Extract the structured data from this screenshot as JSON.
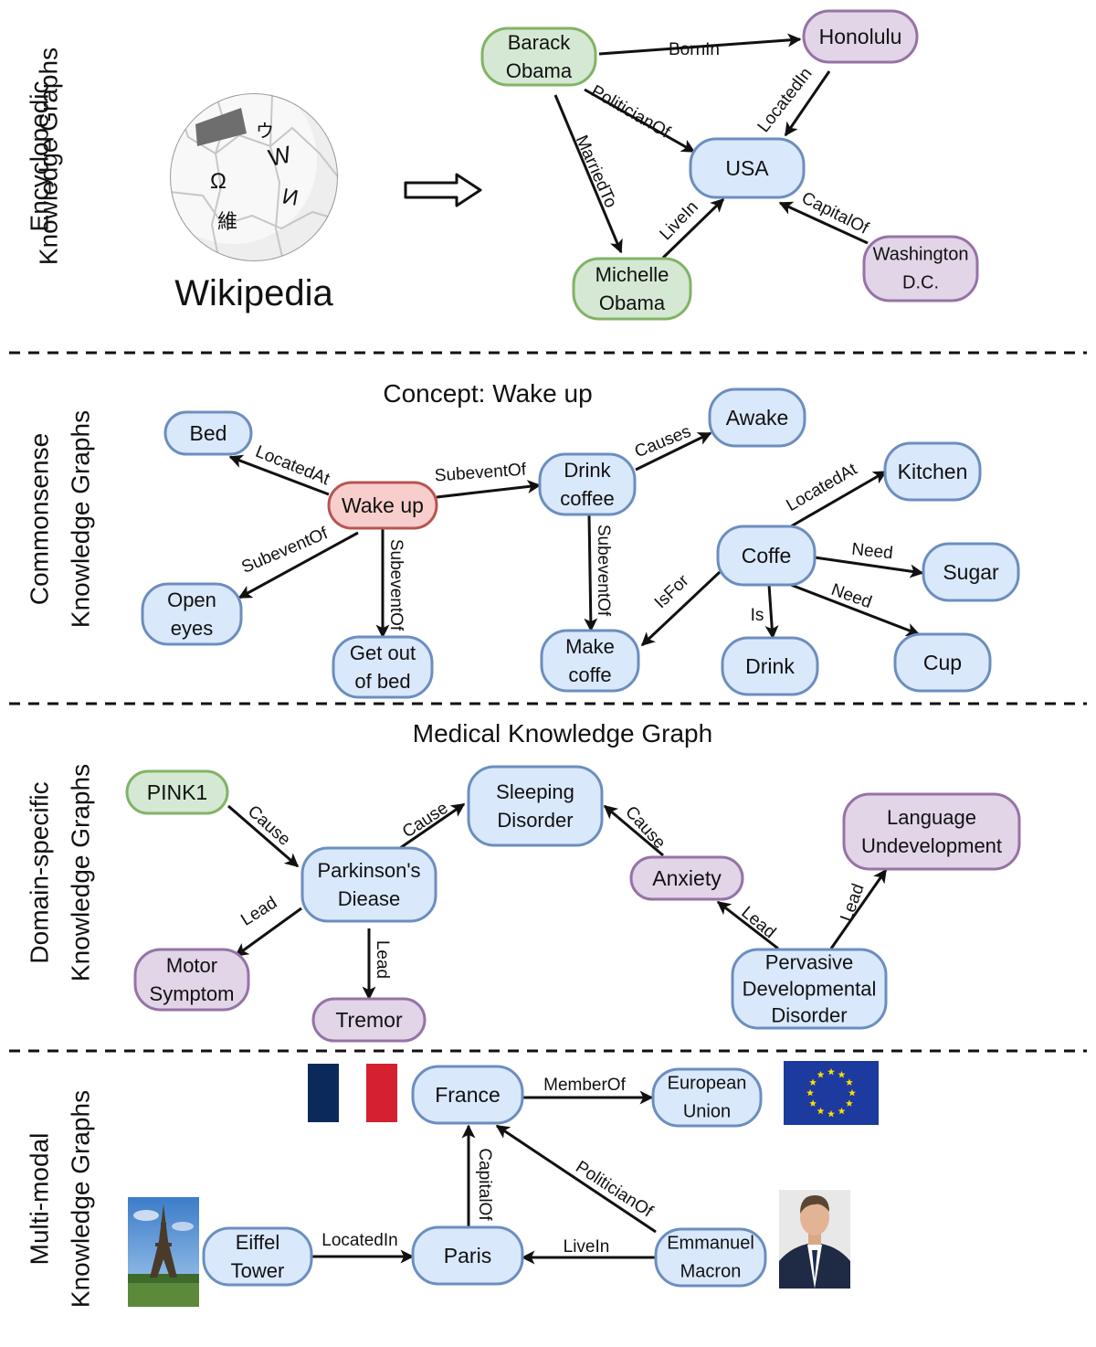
{
  "colors": {
    "blue_fill": "#dae8fc",
    "blue_stroke": "#6c8ebf",
    "green_fill": "#d5e8d4",
    "green_stroke": "#82b366",
    "purple_fill": "#e1d5e7",
    "purple_stroke": "#9673a6",
    "red_fill": "#f8cecc",
    "red_stroke": "#b85450",
    "edge": "#111111",
    "divider": "#111111"
  },
  "sections": [
    {
      "id": "encyclopedic",
      "lines": [
        "Encyclopedic",
        "Knowledge Graphs"
      ]
    },
    {
      "id": "commonsense",
      "lines": [
        "Commonsense",
        "Knowledge Graphs"
      ]
    },
    {
      "id": "domain",
      "lines": [
        "Domain-specific",
        "Knowledge Graphs"
      ]
    },
    {
      "id": "multimodal",
      "lines": [
        "Multi-modal",
        "Knowledge Graphs"
      ]
    }
  ],
  "titles": {
    "wikipedia": "Wikipedia",
    "concept": "Concept: Wake up",
    "medical": "Medical Knowledge Graph"
  },
  "wiki_glyphs": [
    "W",
    "Ω",
    "И",
    "維",
    "ウ"
  ],
  "icons": {
    "wikipedia_globe": "wikipedia-globe-icon",
    "arrow": "hollow-arrow-icon",
    "france_flag": "france-flag-icon",
    "eu_flag": "eu-flag-icon",
    "eiffel_photo": "eiffel-tower-photo",
    "macron_photo": "macron-portrait-photo"
  },
  "nodes": [
    {
      "id": "barack",
      "lines": [
        "Barack",
        "Obama"
      ],
      "color": "green"
    },
    {
      "id": "honolulu",
      "lines": [
        "Honolulu"
      ],
      "color": "purple"
    },
    {
      "id": "usa",
      "lines": [
        "USA"
      ],
      "color": "blue"
    },
    {
      "id": "michelle",
      "lines": [
        "Michelle",
        "Obama"
      ],
      "color": "green"
    },
    {
      "id": "washington",
      "lines": [
        "Washington",
        "D.C."
      ],
      "color": "purple"
    },
    {
      "id": "bed",
      "lines": [
        "Bed"
      ],
      "color": "blue"
    },
    {
      "id": "wakeup",
      "lines": [
        "Wake up"
      ],
      "color": "red"
    },
    {
      "id": "openeyes",
      "lines": [
        "Open",
        "eyes"
      ],
      "color": "blue"
    },
    {
      "id": "getout",
      "lines": [
        "Get out",
        "of bed"
      ],
      "color": "blue"
    },
    {
      "id": "drinkcoffee",
      "lines": [
        "Drink",
        "coffee"
      ],
      "color": "blue"
    },
    {
      "id": "awake",
      "lines": [
        "Awake"
      ],
      "color": "blue"
    },
    {
      "id": "makecoffe",
      "lines": [
        "Make",
        "coffe"
      ],
      "color": "blue"
    },
    {
      "id": "kitchen",
      "lines": [
        "Kitchen"
      ],
      "color": "blue"
    },
    {
      "id": "coffe",
      "lines": [
        "Coffe"
      ],
      "color": "blue"
    },
    {
      "id": "sugar",
      "lines": [
        "Sugar"
      ],
      "color": "blue"
    },
    {
      "id": "drink",
      "lines": [
        "Drink"
      ],
      "color": "blue"
    },
    {
      "id": "cup",
      "lines": [
        "Cup"
      ],
      "color": "blue"
    },
    {
      "id": "pink1",
      "lines": [
        "PINK1"
      ],
      "color": "green"
    },
    {
      "id": "parkinsons",
      "lines": [
        "Parkinson's",
        "Diease"
      ],
      "color": "blue"
    },
    {
      "id": "sleeping",
      "lines": [
        "Sleeping",
        "Disorder"
      ],
      "color": "blue"
    },
    {
      "id": "motor",
      "lines": [
        "Motor",
        "Symptom"
      ],
      "color": "purple"
    },
    {
      "id": "tremor",
      "lines": [
        "Tremor"
      ],
      "color": "purple"
    },
    {
      "id": "anxiety",
      "lines": [
        "Anxiety"
      ],
      "color": "purple"
    },
    {
      "id": "language",
      "lines": [
        "Language",
        "Undevelopment"
      ],
      "color": "purple"
    },
    {
      "id": "pervasive",
      "lines": [
        "Pervasive",
        "Developmental",
        "Disorder"
      ],
      "color": "blue"
    },
    {
      "id": "france",
      "lines": [
        "France"
      ],
      "color": "blue"
    },
    {
      "id": "eu",
      "lines": [
        "European",
        "Union"
      ],
      "color": "blue"
    },
    {
      "id": "eiffel",
      "lines": [
        "Eiffel",
        "Tower"
      ],
      "color": "blue"
    },
    {
      "id": "paris",
      "lines": [
        "Paris"
      ],
      "color": "blue"
    },
    {
      "id": "macron",
      "lines": [
        "Emmanuel",
        "Macron"
      ],
      "color": "blue"
    }
  ],
  "edges": [
    {
      "id": "e1",
      "from": "barack",
      "to": "honolulu",
      "label": "BornIn"
    },
    {
      "id": "e2",
      "from": "barack",
      "to": "usa",
      "label": "PoliticianOf"
    },
    {
      "id": "e3",
      "from": "barack",
      "to": "michelle",
      "label": "MarriedTo"
    },
    {
      "id": "e4",
      "from": "honolulu",
      "to": "usa",
      "label": "LocatedIn"
    },
    {
      "id": "e5",
      "from": "michelle",
      "to": "usa",
      "label": "LiveIn"
    },
    {
      "id": "e6",
      "from": "washington",
      "to": "usa",
      "label": "CapitalOf"
    },
    {
      "id": "e7",
      "from": "wakeup",
      "to": "bed",
      "label": "LocatedAt"
    },
    {
      "id": "e8",
      "from": "wakeup",
      "to": "drinkcoffee",
      "label": "SubeventOf"
    },
    {
      "id": "e9",
      "from": "wakeup",
      "to": "openeyes",
      "label": "SubeventOf"
    },
    {
      "id": "e10",
      "from": "wakeup",
      "to": "getout",
      "label": "SubeventOf"
    },
    {
      "id": "e11",
      "from": "drinkcoffee",
      "to": "awake",
      "label": "Causes"
    },
    {
      "id": "e12",
      "from": "drinkcoffee",
      "to": "makecoffe",
      "label": "SubeventOf"
    },
    {
      "id": "e13",
      "from": "coffe",
      "to": "kitchen",
      "label": "LocatedAt"
    },
    {
      "id": "e14",
      "from": "coffe",
      "to": "sugar",
      "label": "Need"
    },
    {
      "id": "e15",
      "from": "coffe",
      "to": "cup",
      "label": "Need"
    },
    {
      "id": "e16",
      "from": "coffe",
      "to": "drink",
      "label": "Is"
    },
    {
      "id": "e17",
      "from": "coffe",
      "to": "makecoffe",
      "label": "IsFor"
    },
    {
      "id": "e18",
      "from": "pink1",
      "to": "parkinsons",
      "label": "Cause"
    },
    {
      "id": "e19",
      "from": "parkinsons",
      "to": "sleeping",
      "label": "Cause"
    },
    {
      "id": "e20",
      "from": "parkinsons",
      "to": "motor",
      "label": "Lead"
    },
    {
      "id": "e21",
      "from": "parkinsons",
      "to": "tremor",
      "label": "Lead"
    },
    {
      "id": "e22",
      "from": "anxiety",
      "to": "sleeping",
      "label": "Cause"
    },
    {
      "id": "e23",
      "from": "pervasive",
      "to": "anxiety",
      "label": "Lead"
    },
    {
      "id": "e24",
      "from": "pervasive",
      "to": "language",
      "label": "Lead"
    },
    {
      "id": "e25",
      "from": "france",
      "to": "eu",
      "label": "MemberOf"
    },
    {
      "id": "e26",
      "from": "paris",
      "to": "france",
      "label": "CapitalOf"
    },
    {
      "id": "e27",
      "from": "macron",
      "to": "france",
      "label": "PoliticianOf"
    },
    {
      "id": "e28",
      "from": "eiffel",
      "to": "paris",
      "label": "LocatedIn"
    },
    {
      "id": "e29",
      "from": "macron",
      "to": "paris",
      "label": "LiveIn"
    }
  ]
}
